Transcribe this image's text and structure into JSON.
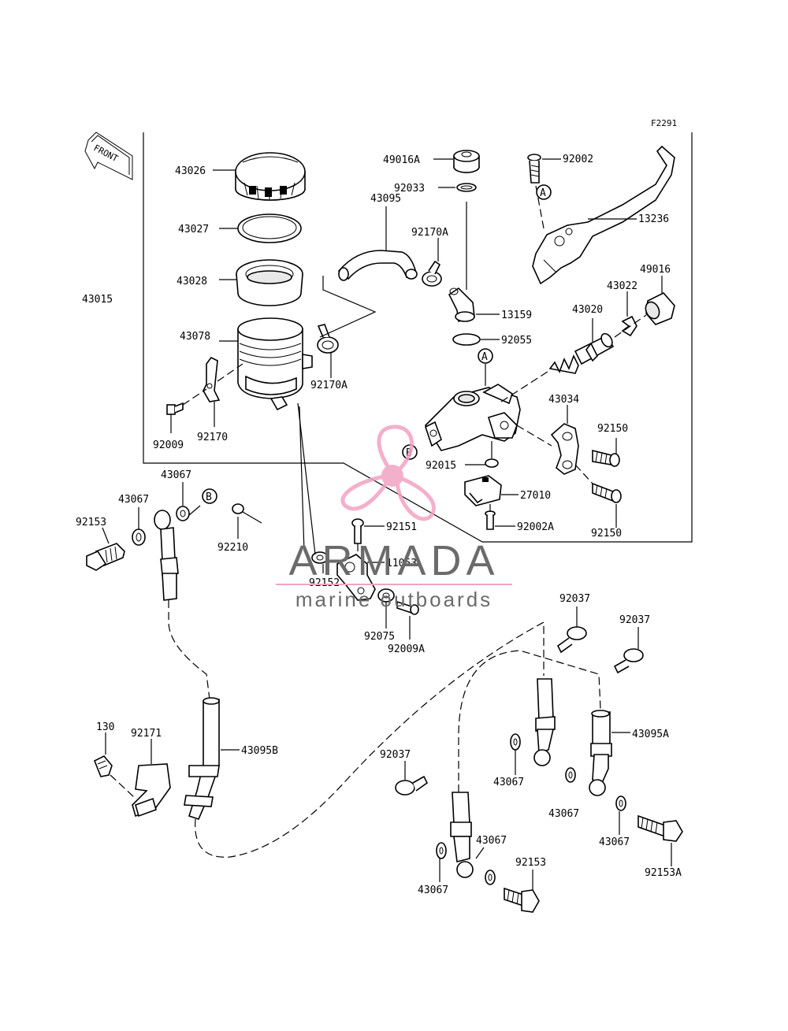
{
  "diagram": {
    "code": "F2291",
    "front_marker": "FRONT",
    "labels": [
      {
        "id": "43026",
        "text": "43026"
      },
      {
        "id": "43027",
        "text": "43027"
      },
      {
        "id": "43028",
        "text": "43028"
      },
      {
        "id": "43015",
        "text": "43015"
      },
      {
        "id": "43078",
        "text": "43078"
      },
      {
        "id": "92009",
        "text": "92009"
      },
      {
        "id": "92170",
        "text": "92170"
      },
      {
        "id": "43095",
        "text": "43095"
      },
      {
        "id": "92170A-1",
        "text": "92170A"
      },
      {
        "id": "92170A-2",
        "text": "92170A"
      },
      {
        "id": "49016A",
        "text": "49016A"
      },
      {
        "id": "92033",
        "text": "92033"
      },
      {
        "id": "13159",
        "text": "13159"
      },
      {
        "id": "92055",
        "text": "92055"
      },
      {
        "id": "92002",
        "text": "92002"
      },
      {
        "id": "13236",
        "text": "13236"
      },
      {
        "id": "49016",
        "text": "49016"
      },
      {
        "id": "43022",
        "text": "43022"
      },
      {
        "id": "43020",
        "text": "43020"
      },
      {
        "id": "43034",
        "text": "43034"
      },
      {
        "id": "92150-1",
        "text": "92150"
      },
      {
        "id": "92150-2",
        "text": "92150"
      },
      {
        "id": "92015",
        "text": "92015"
      },
      {
        "id": "27010",
        "text": "27010"
      },
      {
        "id": "92002A",
        "text": "92002A"
      },
      {
        "id": "92151",
        "text": "92151"
      },
      {
        "id": "11053",
        "text": "11053"
      },
      {
        "id": "92152",
        "text": "92152"
      },
      {
        "id": "92075",
        "text": "92075"
      },
      {
        "id": "92009A",
        "text": "92009A"
      },
      {
        "id": "92210",
        "text": "92210"
      },
      {
        "id": "43067-a",
        "text": "43067"
      },
      {
        "id": "43067-b",
        "text": "43067"
      },
      {
        "id": "92153-a",
        "text": "92153"
      },
      {
        "id": "92037-a",
        "text": "92037"
      },
      {
        "id": "92037-b",
        "text": "92037"
      },
      {
        "id": "92037-c",
        "text": "92037"
      },
      {
        "id": "43095A",
        "text": "43095A"
      },
      {
        "id": "43095B",
        "text": "43095B"
      },
      {
        "id": "130",
        "text": "130"
      },
      {
        "id": "92171",
        "text": "92171"
      },
      {
        "id": "43067-c",
        "text": "43067"
      },
      {
        "id": "43067-d",
        "text": "43067"
      },
      {
        "id": "43067-e",
        "text": "43067"
      },
      {
        "id": "43067-f",
        "text": "43067"
      },
      {
        "id": "43067-g",
        "text": "43067"
      },
      {
        "id": "92153-b",
        "text": "92153"
      },
      {
        "id": "92153A",
        "text": "92153A"
      }
    ],
    "callouts": {
      "a1": "A",
      "a2": "A",
      "b1": "B",
      "b2": "B"
    }
  },
  "watermark": {
    "brand": "ARMADA",
    "tagline": "marine outboards",
    "color": "#f2a3c2"
  }
}
